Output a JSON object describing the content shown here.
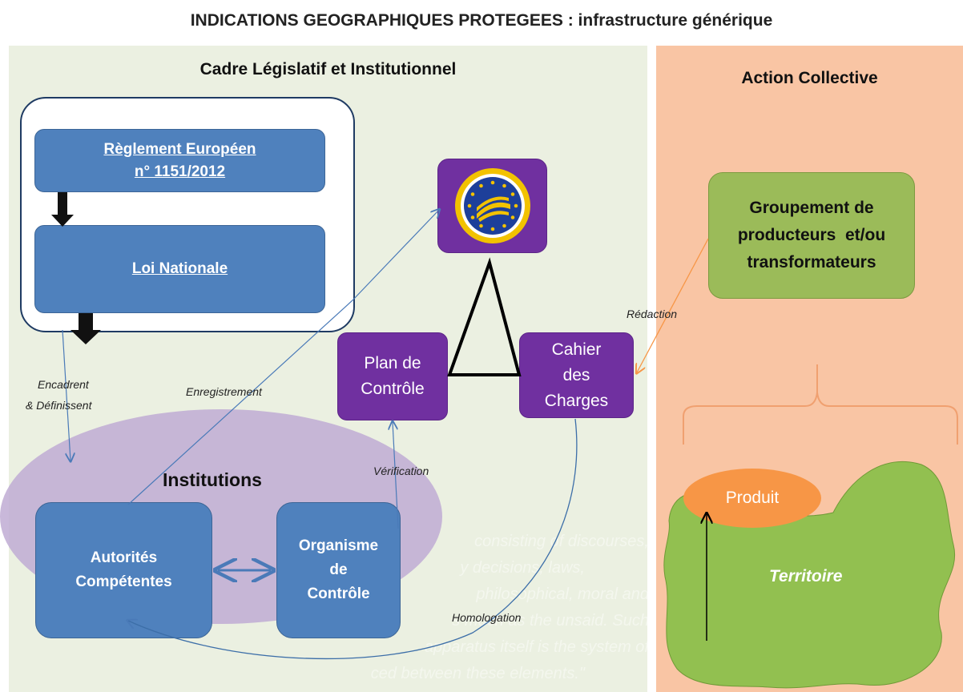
{
  "title": "INDICATIONS GEOGRAPHIQUES PROTEGEES : infrastructure générique",
  "legal_panel": {
    "heading": "Cadre Législatif et Institutionnel",
    "reglement": {
      "line1": "Règlement Européen",
      "line2": "n° 1151/2012"
    },
    "loi": "Loi Nationale",
    "institutions": "Institutions",
    "autorites": {
      "line1": "Autorités",
      "line2": "Compétentes"
    },
    "organisme": {
      "line1": "Organisme",
      "line2": "de",
      "line3": "Contrôle"
    },
    "plan": {
      "line1": "Plan de",
      "line2": "Contrôle"
    },
    "cahier": {
      "line1": "Cahier",
      "line2": "des",
      "line3": "Charges"
    }
  },
  "action_panel": {
    "heading": "Action Collective",
    "groupement": {
      "line1": "Groupement de",
      "line2": "producteurs  et/ou",
      "line3": "transformateurs"
    },
    "produit": "Produit",
    "territoire": "Territoire"
  },
  "edge_labels": {
    "encadrent_line1": "Encadrent",
    "encadrent_line2": "& Définissent",
    "enregistrement": "Enregistrement",
    "verification": "Vérification",
    "redaction": "Rédaction",
    "homologation": "Homologation"
  },
  "ghost_text": {
    "line1": "consisting of discourses,",
    "line2": "y decisions, laws,",
    "line3": "philosophical, moral and",
    "line4": "s much as the unsaid. Such",
    "line5": "apparatus itself is the system of",
    "line6": "ced between these elements.\""
  },
  "colors": {
    "legal_bg": "#ebf0e1",
    "action_bg": "#f9c5a4",
    "blue": "#4f81bd",
    "purple": "#7030a0",
    "green": "#9bbb59",
    "orange": "#f79646",
    "lavender": "#bfacd3"
  },
  "logo_icon": "pgi-eu-seal-icon"
}
